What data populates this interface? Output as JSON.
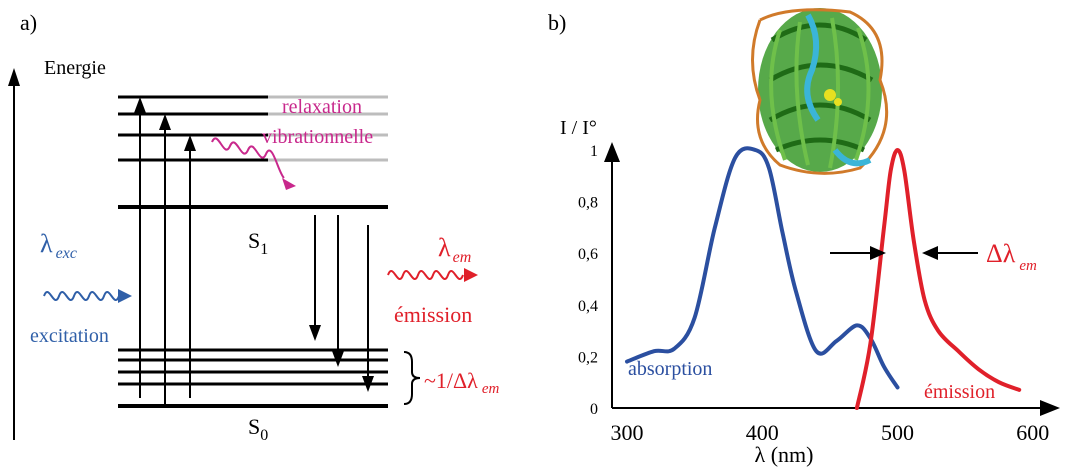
{
  "panel_a": {
    "label": "a)",
    "energy_label": "Energie",
    "relaxation_label_1": "relaxation",
    "relaxation_label_2": "vibrationnelle",
    "lambda_exc_symbol": "λ",
    "lambda_exc_sub": "exc",
    "excitation_label": "excitation",
    "s1_symbol": "S",
    "s1_sub": "1",
    "s0_symbol": "S",
    "s0_sub": "0",
    "lambda_em_symbol": "λ",
    "lambda_em_sub": "em",
    "emission_label": "émission",
    "brace_label": "~1/Δλ",
    "brace_sub": "em"
  },
  "panel_b": {
    "label": "b)",
    "ylabel": "I / I°",
    "xlabel": "λ (nm)",
    "delta_label": "Δλ",
    "delta_sub": "em",
    "absorption_label": "absorption",
    "emission_label": "émission"
  },
  "colors": {
    "absorption": "#2b4fa0",
    "emission": "#e0202a",
    "relaxation": "#c8288c",
    "excitation": "#2f5fa8",
    "grey_levels": "#bdbdbd"
  },
  "chart_data": {
    "type": "line",
    "xlabel": "λ (nm)",
    "ylabel": "I / I°",
    "xlim": [
      300,
      600
    ],
    "ylim": [
      0,
      1
    ],
    "x_ticks": [
      "300",
      "400",
      "500",
      "600"
    ],
    "y_ticks": [
      "0",
      "0,2",
      "0,4",
      "0,6",
      "0,8",
      "1"
    ],
    "series": [
      {
        "name": "absorption",
        "x": [
          300,
          320,
          335,
          350,
          365,
          380,
          395,
          405,
          415,
          425,
          440,
          455,
          470,
          480,
          490,
          500
        ],
        "y": [
          0.18,
          0.22,
          0.23,
          0.35,
          0.7,
          0.97,
          1.0,
          0.93,
          0.68,
          0.45,
          0.22,
          0.26,
          0.32,
          0.27,
          0.16,
          0.08
        ]
      },
      {
        "name": "émission",
        "x": [
          470,
          480,
          490,
          495,
          500,
          505,
          512,
          520,
          530,
          545,
          560,
          575,
          590
        ],
        "y": [
          0.0,
          0.25,
          0.7,
          0.92,
          1.0,
          0.92,
          0.65,
          0.42,
          0.3,
          0.22,
          0.15,
          0.1,
          0.07
        ]
      }
    ]
  }
}
